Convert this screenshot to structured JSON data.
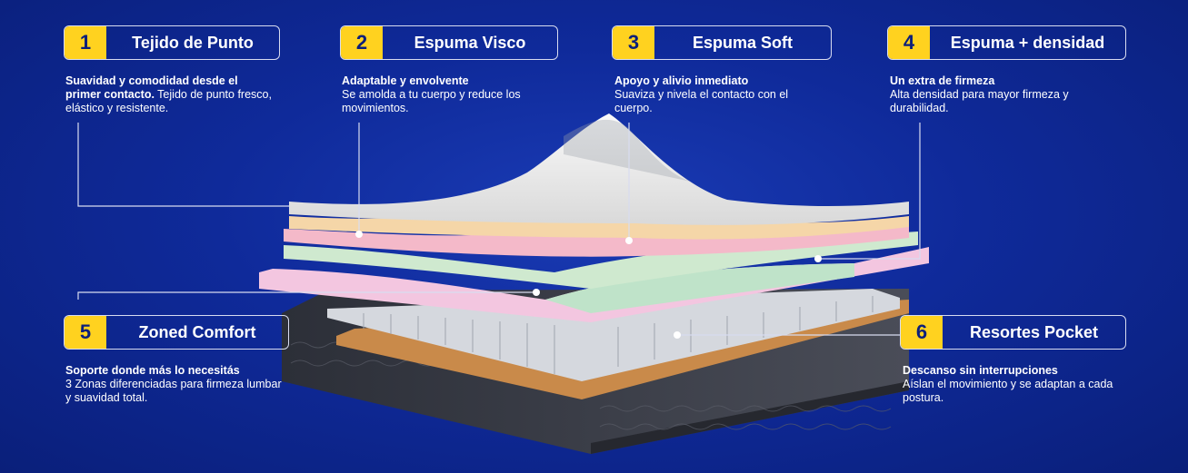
{
  "colors": {
    "background": "#0f2a9a",
    "badge_number_bg": "#ffd21f",
    "badge_number_text": "#0c1f7a",
    "layer_top_knit": "#eeeeee",
    "layer_visco": "#f5d6a8",
    "layer_soft": "#f4b9c9",
    "layer_density": "#cfe9cf",
    "layer_zoned": "#f3c6e0",
    "base": "#3a3d48",
    "springs": "#cfd2d8",
    "copper_band": "#c98a4a"
  },
  "layers": [
    {
      "number": "1",
      "title": "Tejido de Punto",
      "lead": "Suavidad y comodidad desde el primer contacto.",
      "body": " Tejido de punto fresco, elástico y resistente."
    },
    {
      "number": "2",
      "title": "Espuma Visco",
      "lead": "Adaptable y envolvente",
      "body": "Se amolda a tu cuerpo y reduce los movimientos."
    },
    {
      "number": "3",
      "title": "Espuma Soft",
      "lead": "Apoyo y alivio inmediato",
      "body": "Suaviza y nivela el contacto con el cuerpo."
    },
    {
      "number": "4",
      "title": "Espuma + densidad",
      "lead": "Un extra de firmeza",
      "body": "Alta densidad para mayor firmeza y durabilidad."
    },
    {
      "number": "5",
      "title": "Zoned Comfort",
      "lead": "Soporte donde más lo necesitás",
      "body": "3 Zonas diferenciadas para firmeza lumbar y suavidad total."
    },
    {
      "number": "6",
      "title": "Resortes Pocket",
      "lead": "Descanso sin interrupciones",
      "body": "Aíslan el movimiento y se adaptan a cada postura."
    }
  ]
}
